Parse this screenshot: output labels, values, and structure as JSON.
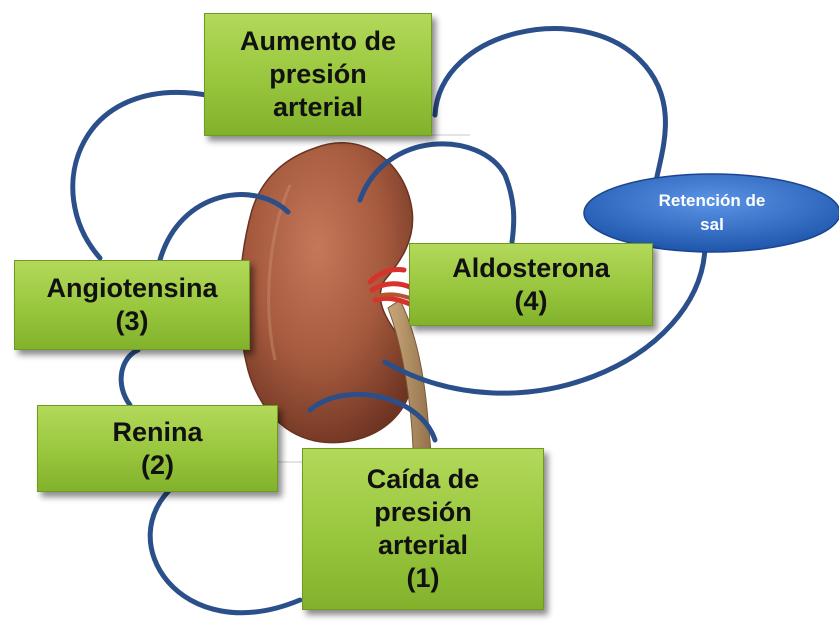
{
  "nodes": {
    "aumento": {
      "lines": [
        "Aumento de",
        "presión",
        "arterial"
      ]
    },
    "angiotensina": {
      "lines": [
        "Angiotensina",
        "(3)"
      ]
    },
    "aldosterona": {
      "lines": [
        "Aldosterona",
        "(4)"
      ]
    },
    "renina": {
      "lines": [
        "Renina",
        "(2)"
      ]
    },
    "caida": {
      "lines": [
        "Caída de",
        "presión",
        "arterial",
        "(1)"
      ]
    },
    "retencion": {
      "lines": [
        "Retención de",
        "sal"
      ]
    }
  },
  "colors": {
    "box_green": "#98c63d",
    "connector_blue": "#2a4f8a",
    "oval_blue": "#2f6cc4",
    "kidney": "#a55a3e"
  }
}
